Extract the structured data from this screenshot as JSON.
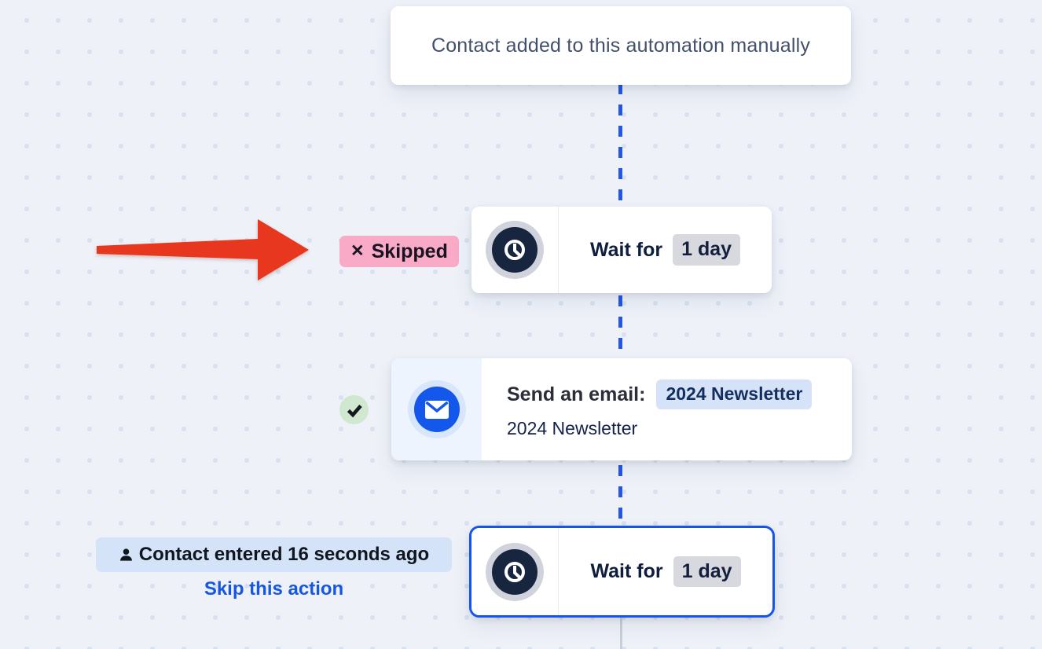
{
  "trigger": {
    "label": "Contact added to this automation manually"
  },
  "wait_step_1": {
    "title": "Wait for",
    "duration": "1 day",
    "status_icon": "✕",
    "status_label": "Skipped"
  },
  "email_step": {
    "title": "Send an email:",
    "email_chip": "2024 Newsletter",
    "subtitle": "2024 Newsletter"
  },
  "contact": {
    "entered_label": "Contact entered 16 seconds ago",
    "skip_label": "Skip this action"
  },
  "wait_step_2": {
    "title": "Wait for",
    "duration": "1 day",
    "selected": true
  },
  "colors": {
    "canvas_background": "#eef1f8",
    "grid_dot": "#d7e0ee",
    "connector_blue": "#2355e8",
    "connector_gray": "#c9ced8",
    "selected_border": "#1454e9",
    "accent_blue": "#1457eb",
    "navy": "#17253f",
    "skipped_pink": "#f8aac7",
    "success_green": "#cfe8cf",
    "chip_gray": "#d8d9de",
    "chip_blue": "#d6e2f8",
    "link_blue": "#1556e2",
    "arrow_red": "#e8371f"
  }
}
